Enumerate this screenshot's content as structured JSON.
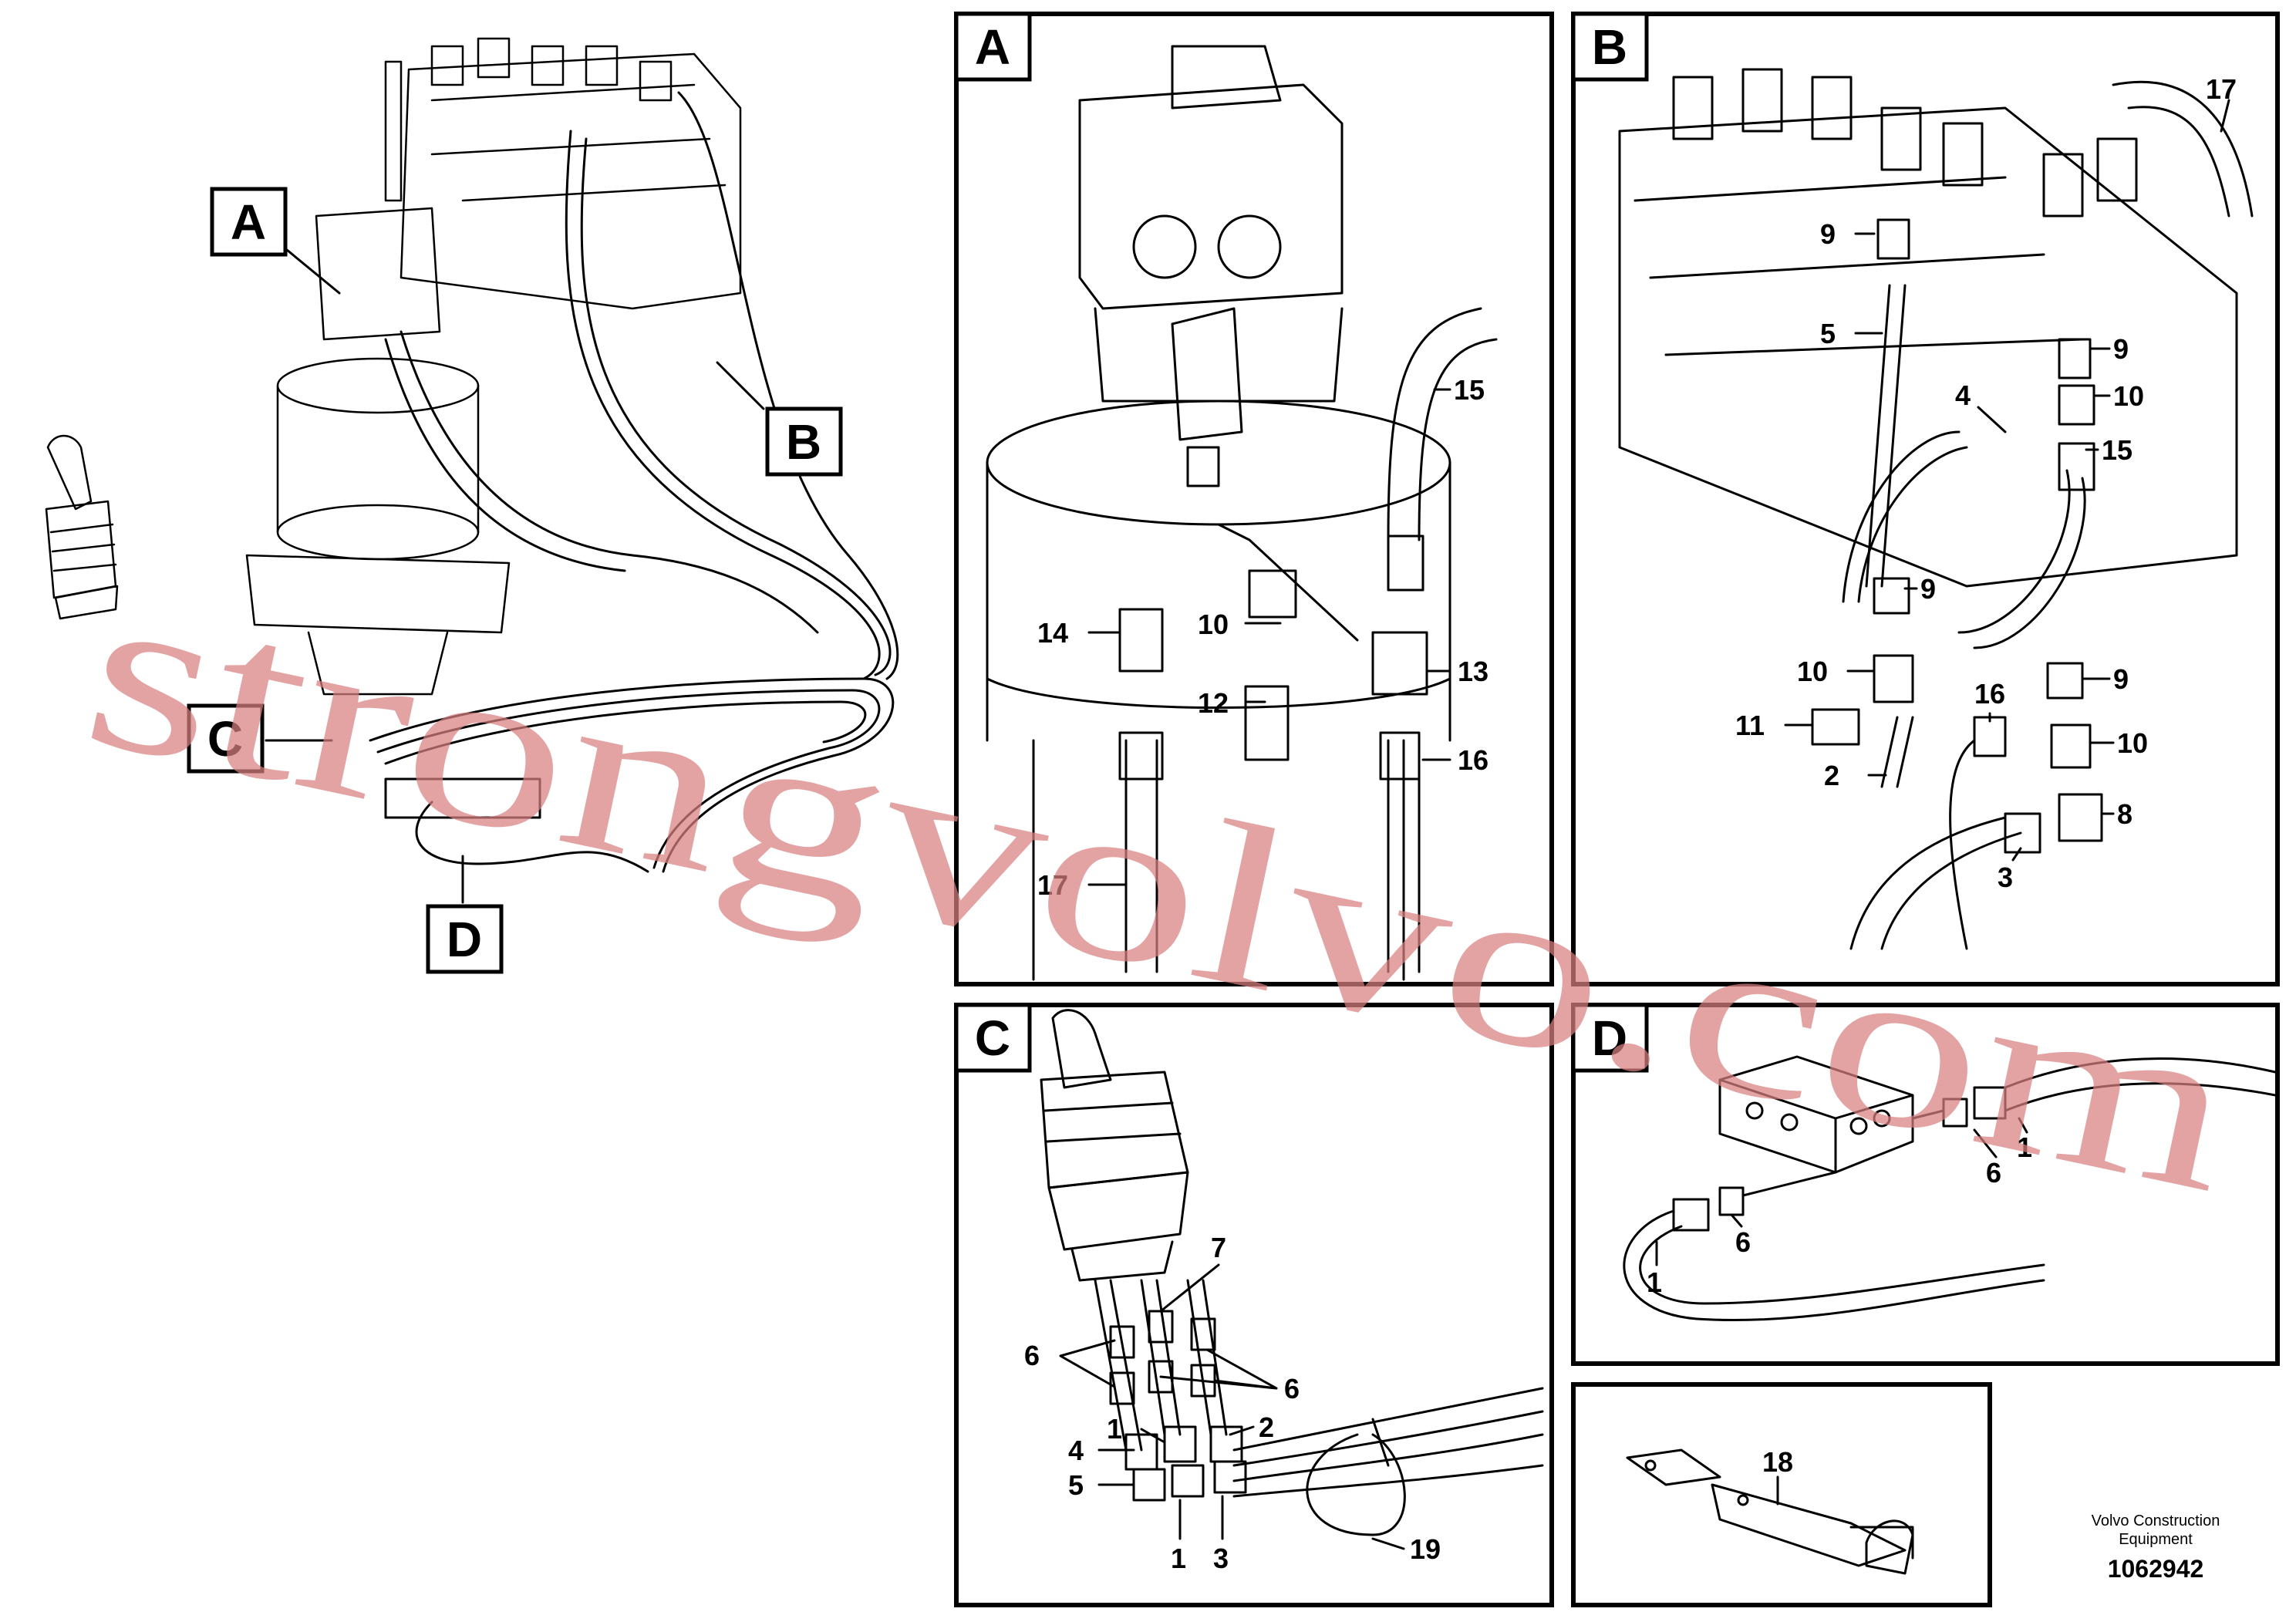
{
  "panels": {
    "a": {
      "label": "A"
    },
    "b": {
      "label": "B"
    },
    "c": {
      "label": "C"
    },
    "d": {
      "label": "D"
    }
  },
  "overview": {
    "callouts": [
      "A",
      "B",
      "C",
      "D"
    ]
  },
  "panel_a": {
    "labels": [
      "15",
      "14",
      "10",
      "13",
      "12",
      "16",
      "17"
    ]
  },
  "panel_b": {
    "labels": [
      "17",
      "9",
      "5",
      "9",
      "4",
      "10",
      "15",
      "9",
      "10",
      "11",
      "16",
      "9",
      "10",
      "2",
      "8",
      "3"
    ]
  },
  "panel_c": {
    "labels": [
      "7",
      "6",
      "6",
      "1",
      "2",
      "4",
      "5",
      "1",
      "3",
      "19"
    ]
  },
  "panel_d": {
    "labels": [
      "6",
      "1",
      "1",
      "6"
    ]
  },
  "panel_e": {
    "labels": [
      "18"
    ]
  },
  "footer": {
    "brand_line1": "Volvo Construction",
    "brand_line2": "Equipment",
    "part_number": "1062942"
  },
  "watermark": "strongvolvo.com"
}
